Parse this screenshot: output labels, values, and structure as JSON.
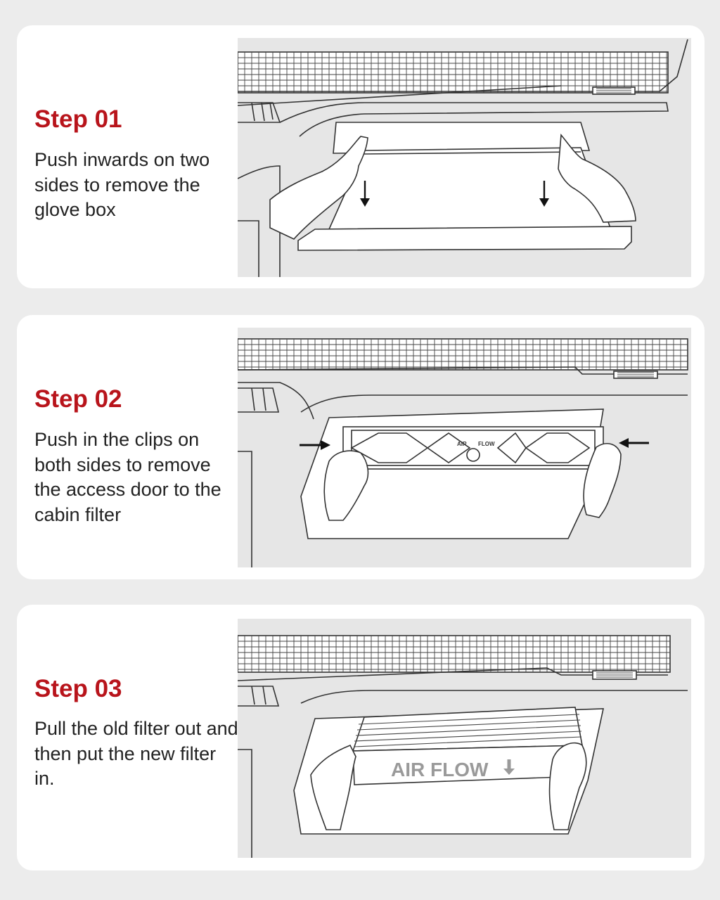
{
  "steps": [
    {
      "title": "Step 01",
      "text": "Push inwards on two sides to remove the glove box"
    },
    {
      "title": "Step 02",
      "text": "Push in the clips on both sides to remove the access door to the cabin filter",
      "door_label_air": "AIR",
      "door_label_flow": "FLOW"
    },
    {
      "title": "Step 03",
      "text": "Pull the old filter out and then put the new filter in.",
      "filter_label": "AIR FLOW"
    }
  ],
  "colors": {
    "title_red": "#b8141b",
    "text_dark": "#222222",
    "card_bg": "#ffffff",
    "page_bg": "#ececec",
    "illustration_bg": "#e6e6e6"
  }
}
